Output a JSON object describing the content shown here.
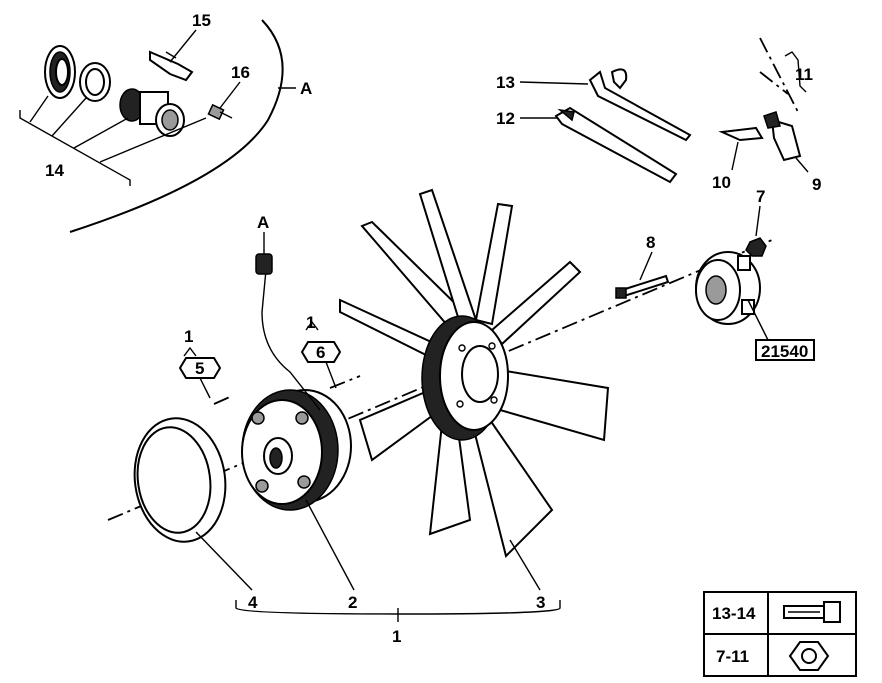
{
  "callouts": {
    "c1": "1",
    "c2": "2",
    "c3": "3",
    "c4": "4",
    "c5": "5",
    "c6": "6",
    "c7": "7",
    "c8": "8",
    "c9": "9",
    "c10": "10",
    "c11": "11",
    "c12": "12",
    "c13": "13",
    "c14": "14",
    "c15": "15",
    "c16": "16",
    "detail_a": "A",
    "connector_a": "A",
    "hex5_ref": "1",
    "hex6_ref": "1"
  },
  "reference_number": "21540",
  "legend": {
    "rows": [
      {
        "label": "13-14",
        "icon": "bolt-icon"
      },
      {
        "label": "7-11",
        "icon": "hex-nut-icon"
      }
    ]
  }
}
